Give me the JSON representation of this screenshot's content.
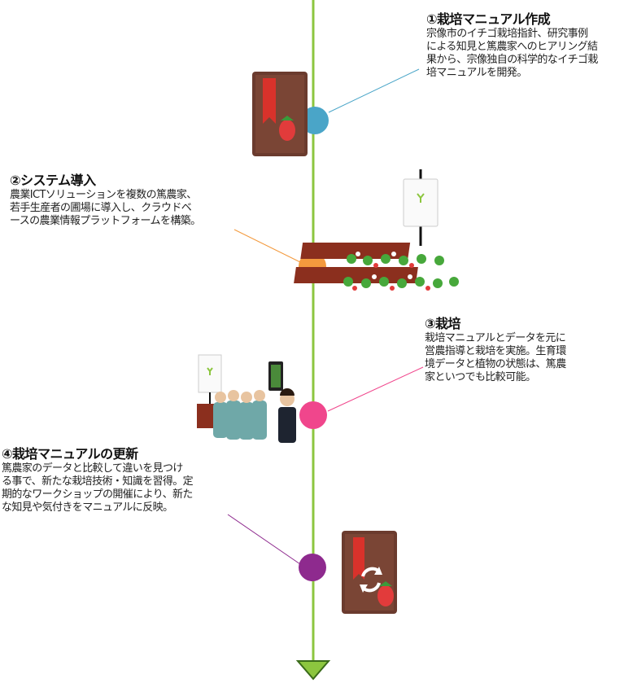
{
  "steps": [
    {
      "title": "①栽培マニュアル作成",
      "lines": [
        "宗像市のイチゴ栽培指針、研究事例",
        "による知見と篤農家へのヒアリング結",
        "果から、宗像独自の科学的なイチゴ栽",
        "培マニュアルを開発。"
      ],
      "color": "#4aa5c8"
    },
    {
      "title": "②システム導入",
      "lines": [
        "農業ICTソリューションを複数の篤農家、",
        "若手生産者の圃場に導入し、クラウドベ",
        "ースの農業情報プラットフォームを構築。"
      ],
      "color": "#f39a3e"
    },
    {
      "title": "③栽培",
      "lines": [
        "栽培マニュアルとデータを元に",
        "営農指導と栽培を実施。生育環",
        "境データと植物の状態は、篤農",
        "家といつでも比較可能。"
      ],
      "color": "#f0468c"
    },
    {
      "title": "④栽培マニュアルの更新",
      "lines": [
        "篤農家のデータと比較して違いを見つけ",
        "る事で、新たな栽培技術・知識を習得。定",
        "期的なワークショップの開催により、新た",
        "な知見や気付きをマニュアルに反映。"
      ],
      "color": "#8e2a8e"
    }
  ],
  "timeline_color": "#8cc63f",
  "icons": [
    "strawberry-manual-book-icon",
    "strawberry-field-sensor-icon",
    "farmers-group-icon",
    "manual-update-book-icon"
  ]
}
